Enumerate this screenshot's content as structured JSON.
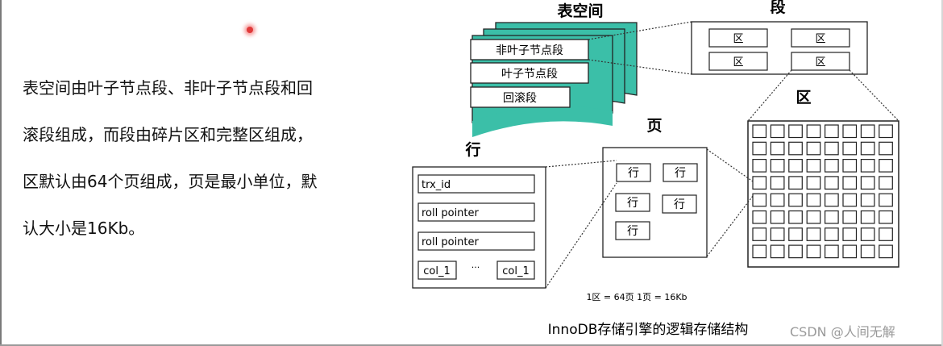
{
  "description": {
    "lines": [
      "表空间由叶子节点段、非叶子节点段和回",
      "滚段组成，而段由碎片区和完整区组成，",
      "区默认由64个页组成，页是最小单位，默",
      "认大小是16Kb。"
    ]
  },
  "diagram": {
    "tablespace_title": "表空间",
    "tablespace_items": [
      "非叶子节点段",
      "叶子节点段",
      "回滚段"
    ],
    "segment_title": "段",
    "segment_cells": [
      "区",
      "区",
      "区",
      "区"
    ],
    "extent_title": "区",
    "page_title": "页",
    "page_rows": [
      "行",
      "行",
      "行",
      "行",
      "行"
    ],
    "row_title": "行",
    "row_fields": [
      "trx_id",
      "roll pointer",
      "roll pointer"
    ],
    "row_cols": [
      "col_1",
      "···",
      "col_1"
    ],
    "formula": "1区 = 64页   1页 = 16Kb",
    "caption": "InnoDB存储引擎的逻辑存储结构"
  },
  "watermark": "CSDN @人间无解",
  "colors": {
    "teal": "#3bbfa8",
    "pointer": "#e03a3a"
  }
}
